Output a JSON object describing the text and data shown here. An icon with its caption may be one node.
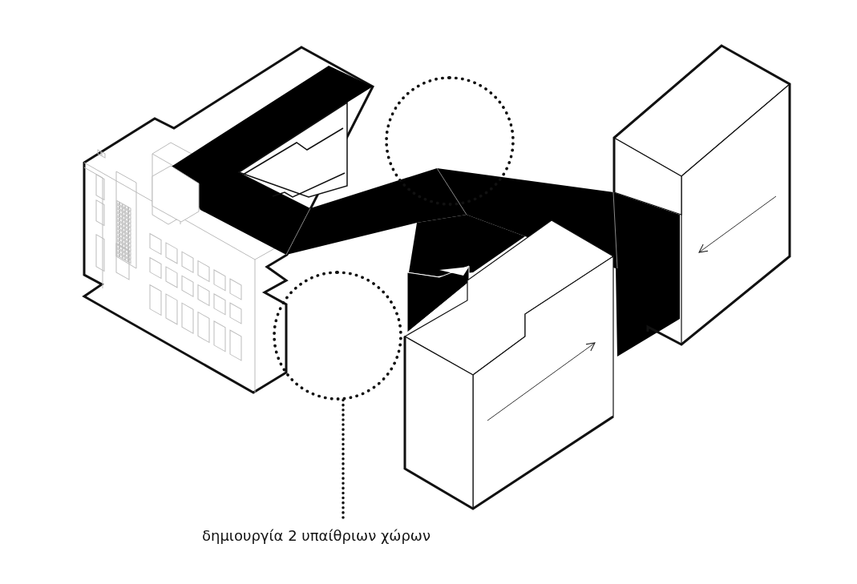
{
  "diagram": {
    "nodes": [
      {
        "text": [],
        "shape": "circle"
      },
      {
        "text": [],
        "shape": "circle"
      },
      {
        "text": [
          "δημιουργία 2 υπαίθριων χώρων"
        ]
      }
    ],
    "edges": [
      {
        "from": 2,
        "to": 1,
        "arrow": "none",
        "style": "dashed"
      }
    ]
  }
}
